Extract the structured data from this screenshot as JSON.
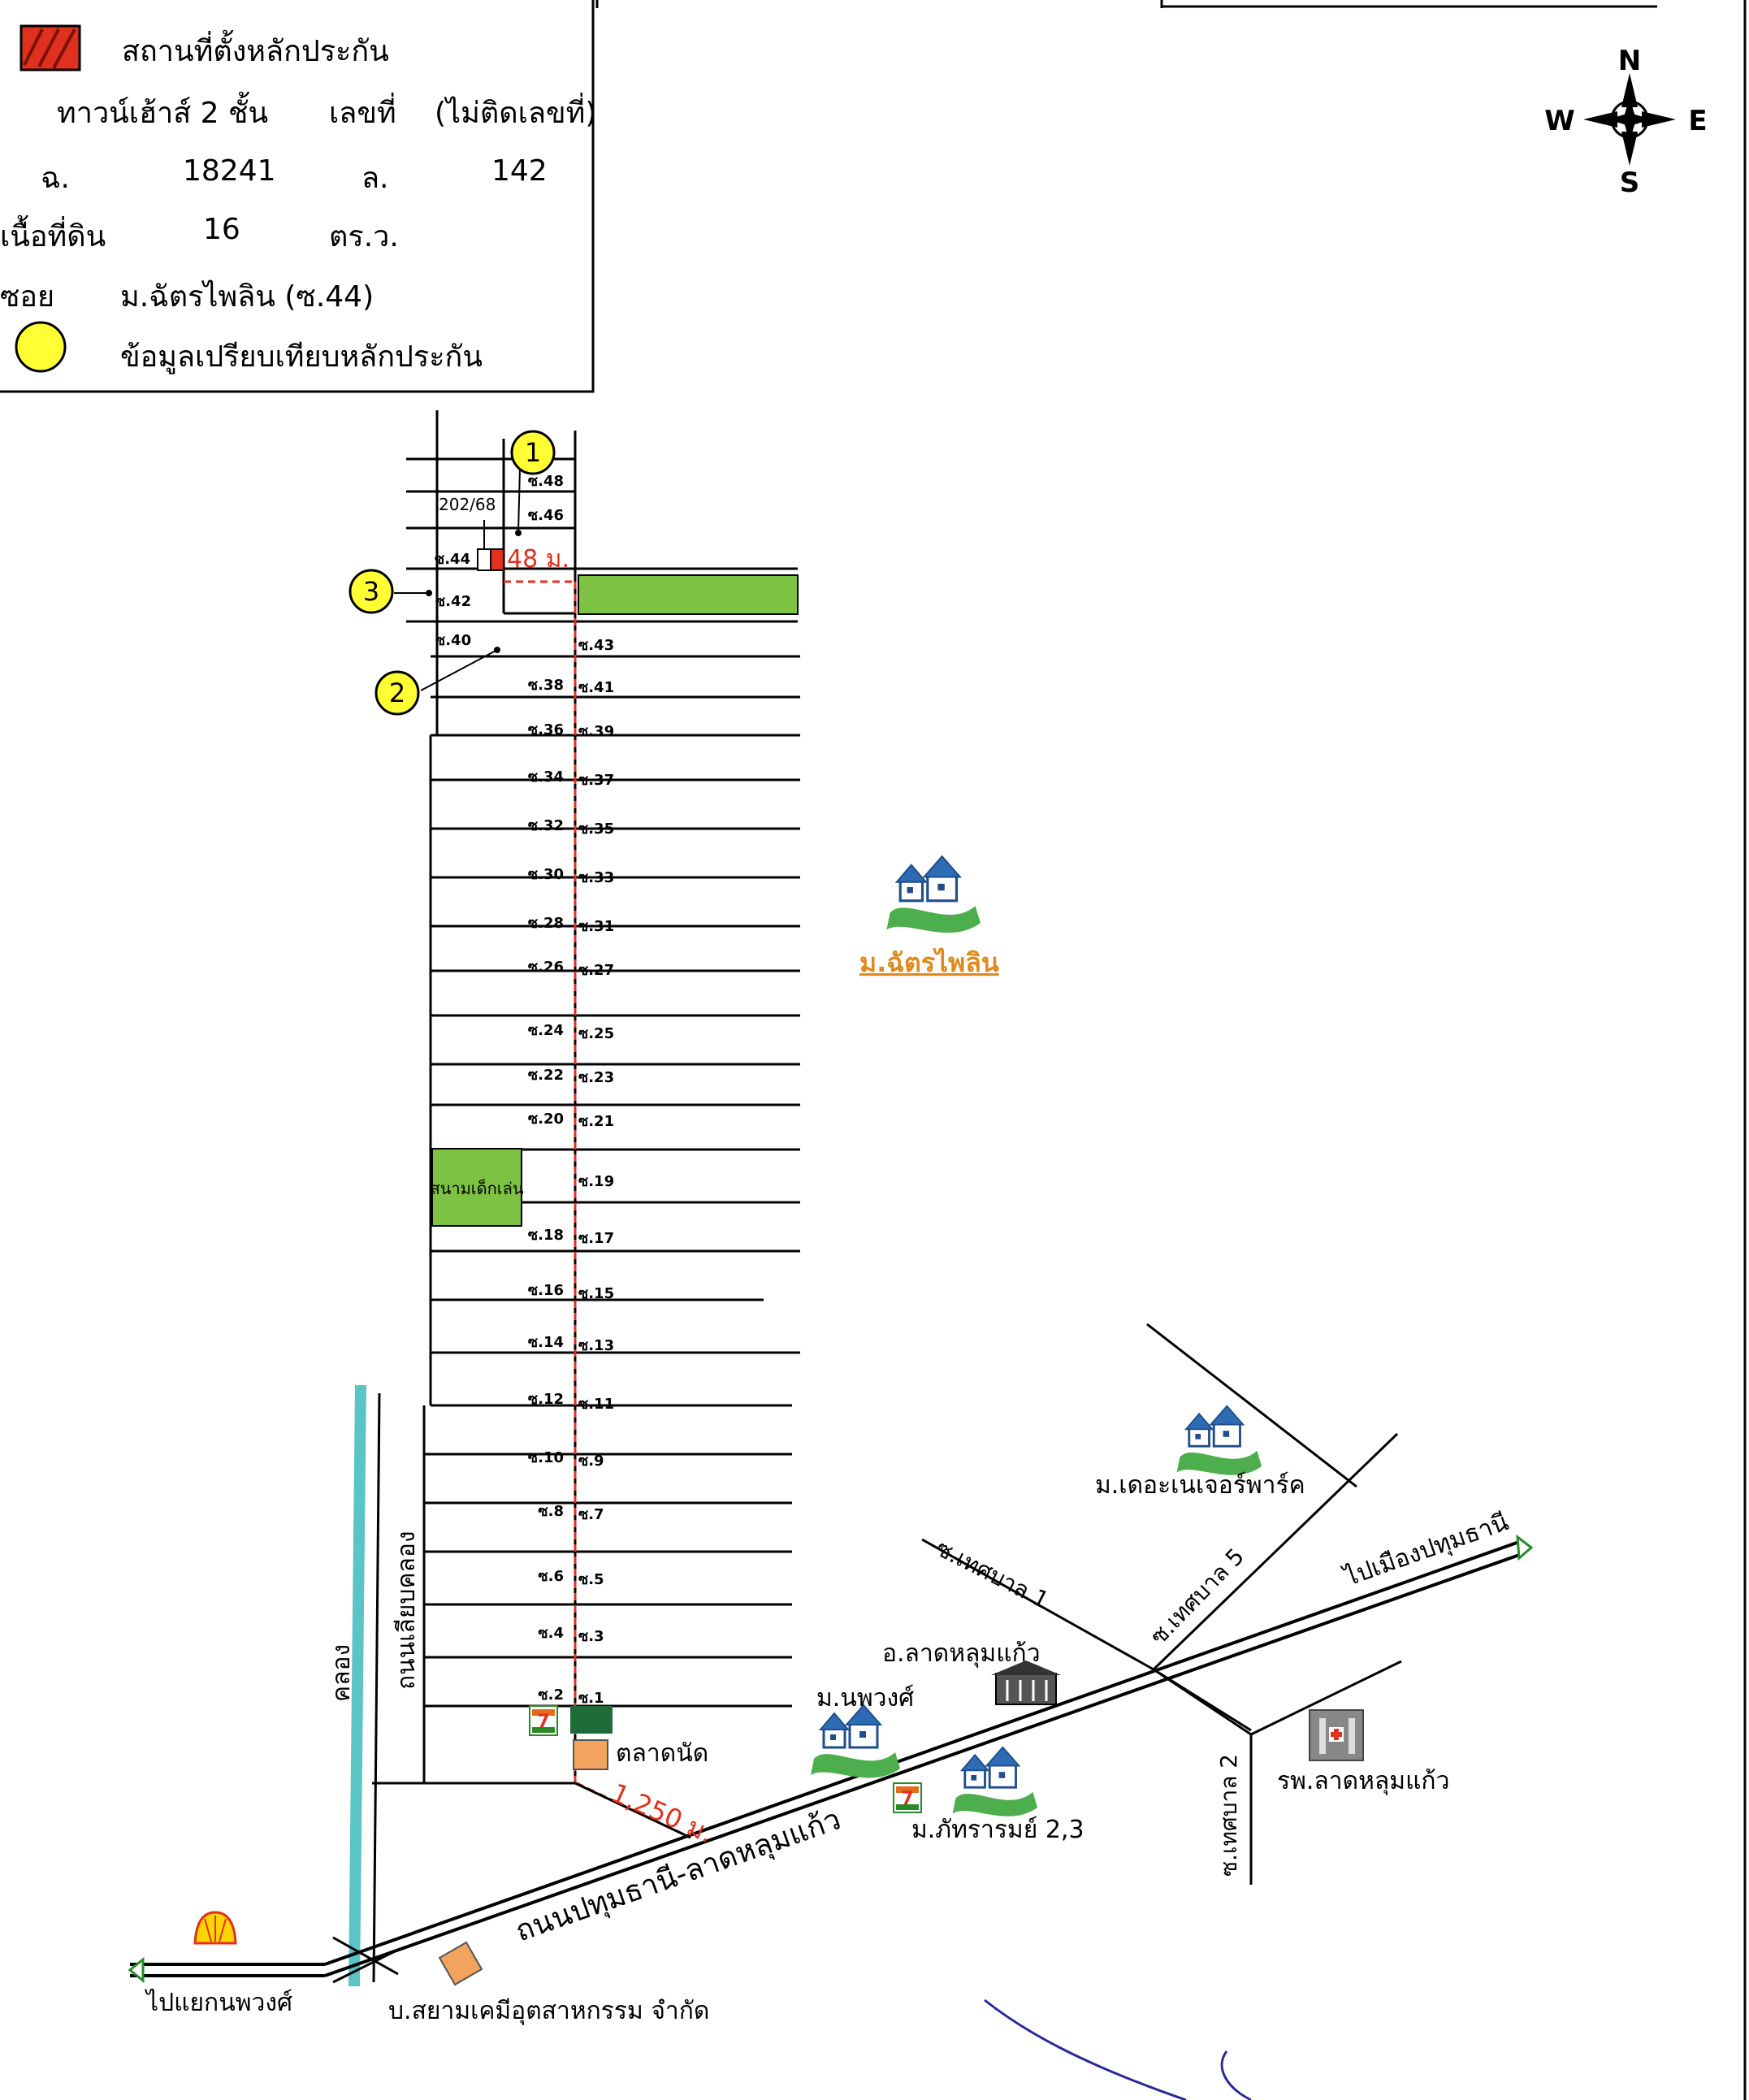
{
  "legend": {
    "property_location": "สถานที่ตั้งหลักประกัน",
    "building_type": "ทาวน์เฮ้าส์ 2 ชั้น",
    "house_no_label": "เลขที่",
    "house_no_value": "(ไม่ติดเลขที่)",
    "deed_label": "ฉ.",
    "deed_value": "18241",
    "lot_label": "ล.",
    "lot_value": "142",
    "area_label": "เนื้อที่ดิน",
    "area_value": "16",
    "area_unit": "ตร.ว.",
    "soi_label": "ซอย",
    "soi_value": "ม.ฉัตรไพลิน (ซ.44)",
    "comparison": "ข้อมูลเปรียบเทียบหลักประกัน"
  },
  "colors": {
    "property": "#e0301e",
    "comparison": "#ffff33",
    "park": "#7dc242",
    "canal": "#5bc4c4",
    "village_name": "#e08a1e",
    "distance": "#e0301e",
    "lake": "#2a2a9a"
  },
  "compass": {
    "north": "N",
    "south": "S",
    "east": "E",
    "west": "W"
  },
  "markers": {
    "m1": "1",
    "m2": "2",
    "m3": "3"
  },
  "plot_number": "202/68",
  "distances": {
    "frontage": "48 ม.",
    "to_main_road": "1,250 ม."
  },
  "sois_west": [
    "ซ.48",
    "ซ.46",
    "ซ.44",
    "ซ.42",
    "ซ.40",
    "ซ.38",
    "ซ.36",
    "ซ.34",
    "ซ.32",
    "ซ.30",
    "ซ.28",
    "ซ.26",
    "ซ.24",
    "ซ.22",
    "ซ.20",
    "ซ.18",
    "ซ.16",
    "ซ.14",
    "ซ.12",
    "ซ.10",
    "ซ.8",
    "ซ.6",
    "ซ.4",
    "ซ.2"
  ],
  "sois_east": [
    "ซ.43",
    "ซ.41",
    "ซ.39",
    "ซ.37",
    "ซ.35",
    "ซ.33",
    "ซ.31",
    "ซ.27",
    "ซ.25",
    "ซ.23",
    "ซ.21",
    "ซ.19",
    "ซ.17",
    "ซ.15",
    "ซ.13",
    "ซ.11",
    "ซ.9",
    "ซ.7",
    "ซ.5",
    "ซ.3",
    "ซ.1"
  ],
  "places": {
    "village_main": "ม.ฉัตรไพลิน",
    "park": "สนามเด็กเล่น",
    "market": "ตลาดนัด",
    "canal": "คลอง",
    "canal_road": "ถนนเลียบคลอง",
    "main_road": "ถนนปทุมธานี-ลาดหลุมแก้ว",
    "to_pathum": "ไปเมืองปทุมธานี",
    "to_nopphawong": "ไปแยกนพวงศ์",
    "soi_tessaban1": "ซ.เทศบาล 1",
    "soi_tessaban5": "ซ.เทศบาล 5",
    "soi_tessaban2": "ซ.เทศบาล 2",
    "district_office": "อ.ลาดหลุมแก้ว",
    "village_nopphawong": "ม.นพวงศ์",
    "village_pattharam": "ม.ภัทรารมย์ 2,3",
    "village_nature": "ม.เดอะเนเจอร์พาร์ค",
    "hospital": "รพ.ลาดหลุมแก้ว",
    "company": "บ.สยามเคมีอุตสาหกรรม จำกัด"
  }
}
